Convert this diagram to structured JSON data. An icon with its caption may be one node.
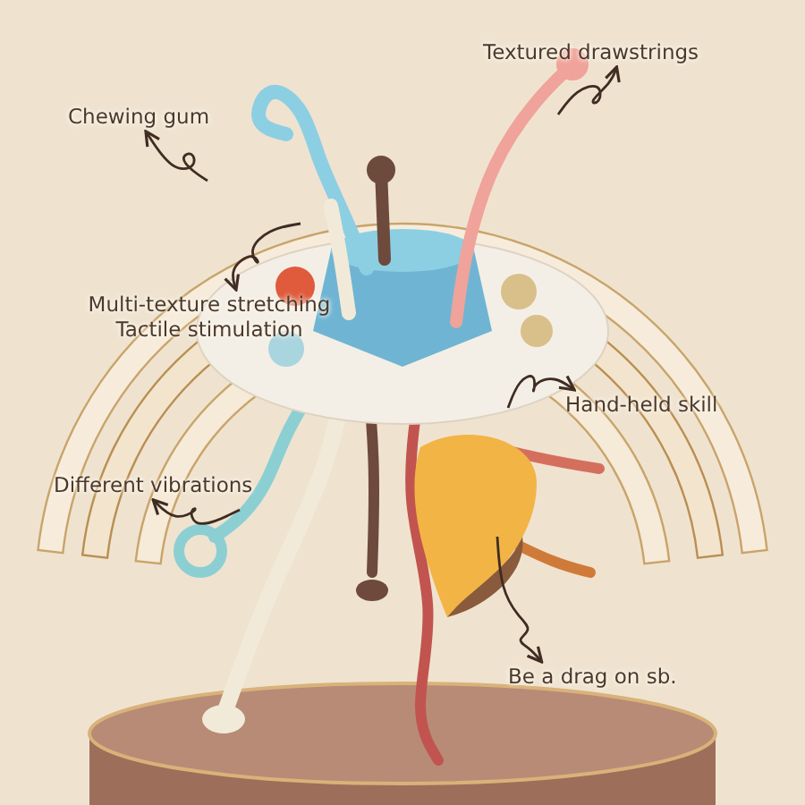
{
  "diagram": {
    "nodes": [
      {
        "text": [
          "Chewing gum"
        ]
      },
      {
        "text": [
          "Textured drawstrings"
        ]
      },
      {
        "text": [
          "Multi-texture stretching Tactile stimulation"
        ]
      },
      {
        "text": [
          "Hand-held skill"
        ]
      },
      {
        "text": [
          "Different vibrations"
        ]
      },
      {
        "text": [
          "Be a drag on sb."
        ]
      }
    ],
    "edges": [
      {
        "from": null,
        "to": 0,
        "arrow": "to"
      },
      {
        "from": null,
        "to": 1,
        "arrow": "to"
      },
      {
        "from": null,
        "to": 2,
        "arrow": "to"
      },
      {
        "from": null,
        "to": 3,
        "arrow": "to"
      },
      {
        "from": null,
        "to": 4,
        "arrow": "to"
      },
      {
        "from": null,
        "to": 5,
        "arrow": "to"
      }
    ]
  }
}
